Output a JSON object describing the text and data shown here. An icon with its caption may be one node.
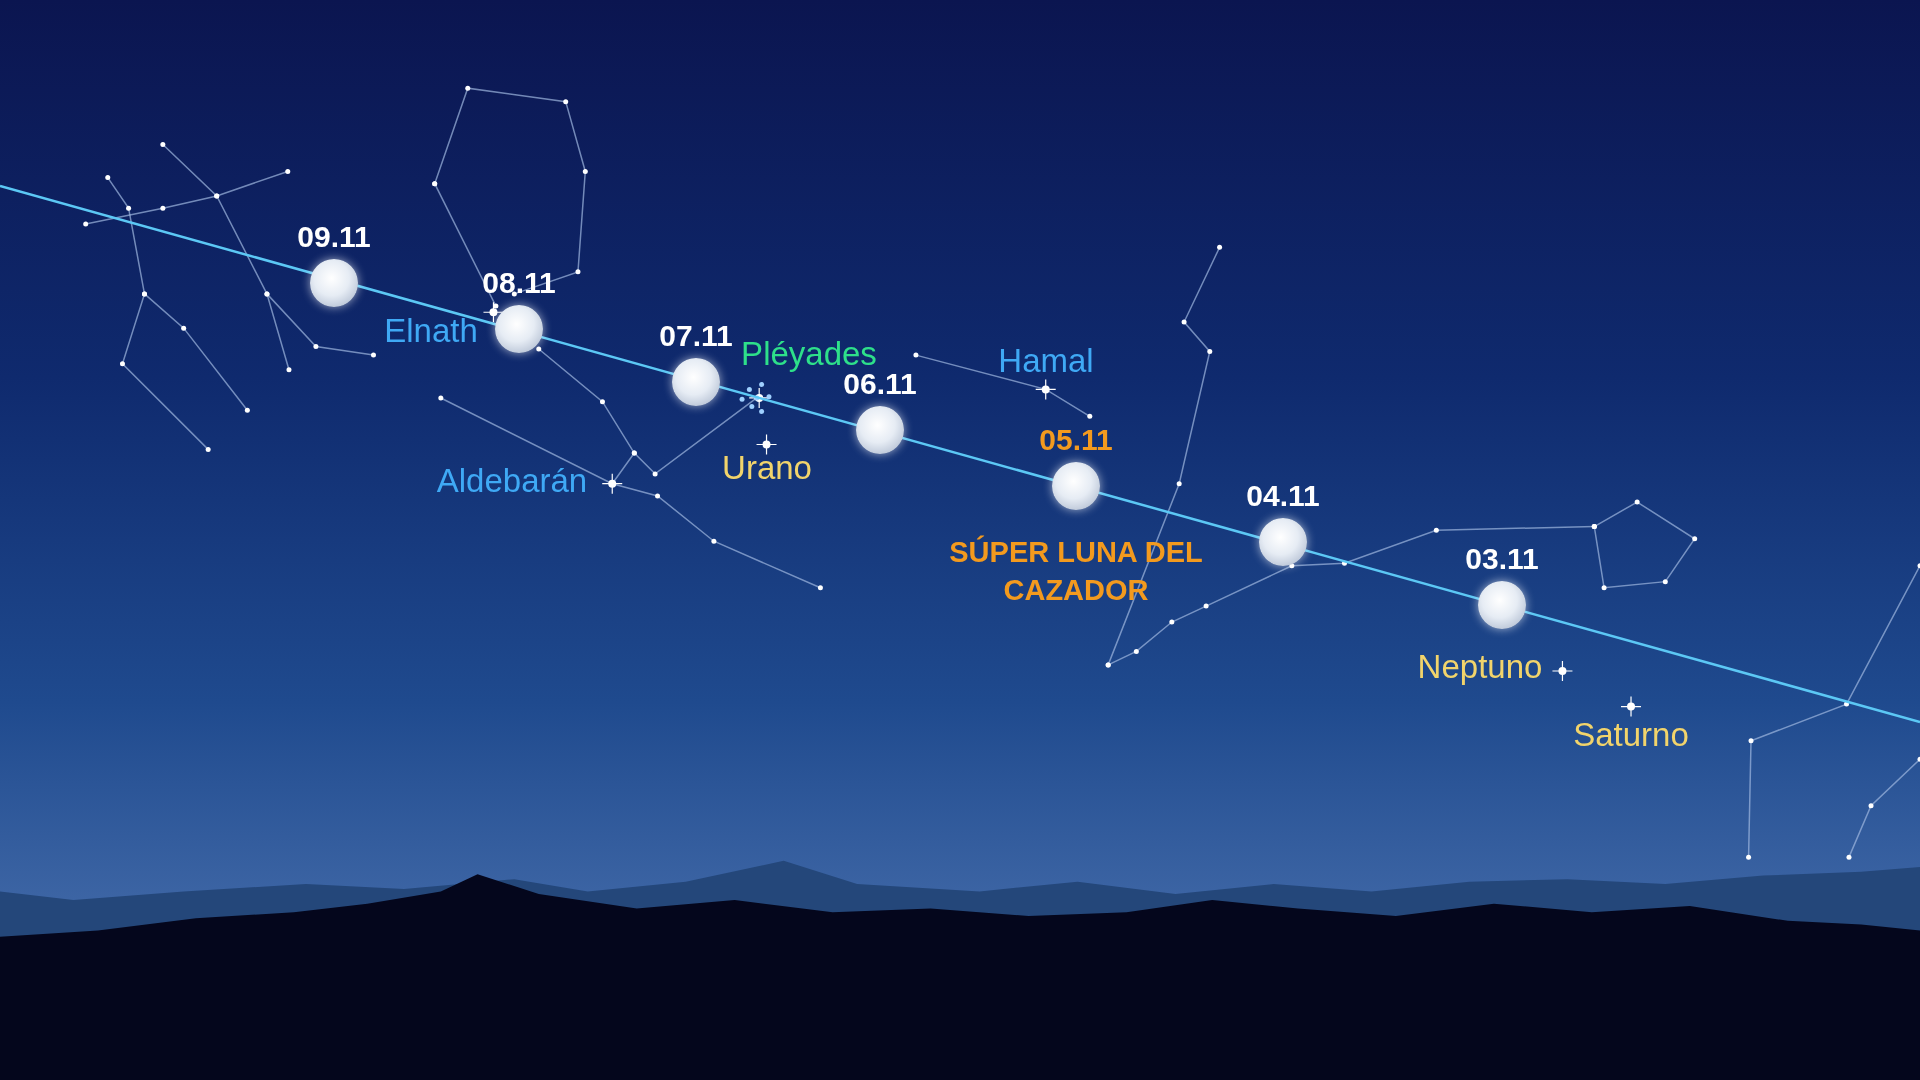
{
  "diagram": {
    "nodes": [
      {
        "text": [],
        "shape": "circle",
        "beside": [
          "09.11"
        ]
      },
      {
        "text": [],
        "shape": "circle",
        "beside": [
          "08.11"
        ]
      },
      {
        "text": [],
        "shape": "circle",
        "beside": [
          "07.11"
        ]
      },
      {
        "text": [],
        "shape": "circle",
        "beside": [
          "06.11"
        ]
      },
      {
        "text": [],
        "shape": "circle",
        "beside": [
          "05.11",
          "SÚPER LUNA DEL CAZADOR"
        ]
      },
      {
        "text": [],
        "shape": "circle",
        "beside": [
          "04.11"
        ]
      },
      {
        "text": [],
        "shape": "circle",
        "beside": [
          "03.11"
        ]
      }
    ],
    "labels": [
      "Elnath",
      "Pléyades",
      "Hamal",
      "Aldebarán",
      "Urano",
      "Neptuno",
      "Saturno"
    ]
  }
}
